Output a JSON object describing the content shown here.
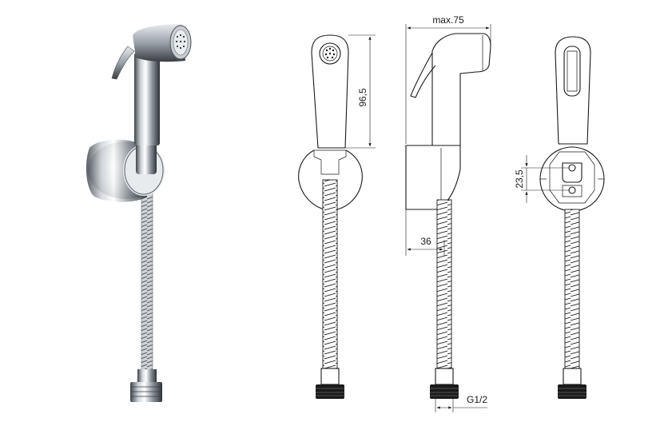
{
  "dimensions": {
    "max_width": "max.75",
    "head_height": "96,5",
    "holder_depth": "36",
    "holder_height": "23,5",
    "thread": "G1/2"
  },
  "colors": {
    "line": "#1a1a1a",
    "chrome_dark": "#4a4f55",
    "chrome_light": "#f2f4f6",
    "background": "#ffffff"
  }
}
